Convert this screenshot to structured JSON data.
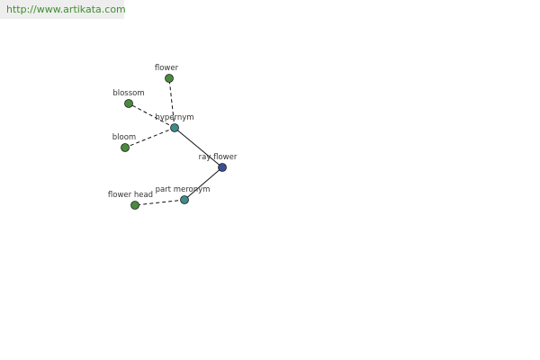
{
  "header": {
    "url": "http://www.artikata.com"
  },
  "colors": {
    "leaf_node": "#4b8a3e",
    "relation_node": "#3f8a8a",
    "root_node": "#3c4e92",
    "node_stroke": "#1e1e1e",
    "edge": "#111111"
  },
  "nodes": [
    {
      "id": "flower",
      "label": "flower",
      "kind": "leaf"
    },
    {
      "id": "blossom",
      "label": "blossom",
      "kind": "leaf"
    },
    {
      "id": "hypernym",
      "label": "hypernym",
      "kind": "relation"
    },
    {
      "id": "bloom",
      "label": "bloom",
      "kind": "leaf"
    },
    {
      "id": "ray-flower",
      "label": "ray flower",
      "kind": "root"
    },
    {
      "id": "part-meronym",
      "label": "part meronym",
      "kind": "relation"
    },
    {
      "id": "flower-head",
      "label": "flower head",
      "kind": "leaf"
    }
  ],
  "edges": [
    {
      "from": "hypernym",
      "to": "flower",
      "style": "dashed"
    },
    {
      "from": "hypernym",
      "to": "blossom",
      "style": "dashed"
    },
    {
      "from": "hypernym",
      "to": "bloom",
      "style": "dashed"
    },
    {
      "from": "hypernym",
      "to": "ray-flower",
      "style": "solid"
    },
    {
      "from": "part-meronym",
      "to": "ray-flower",
      "style": "solid"
    },
    {
      "from": "part-meronym",
      "to": "flower-head",
      "style": "dashed"
    }
  ]
}
